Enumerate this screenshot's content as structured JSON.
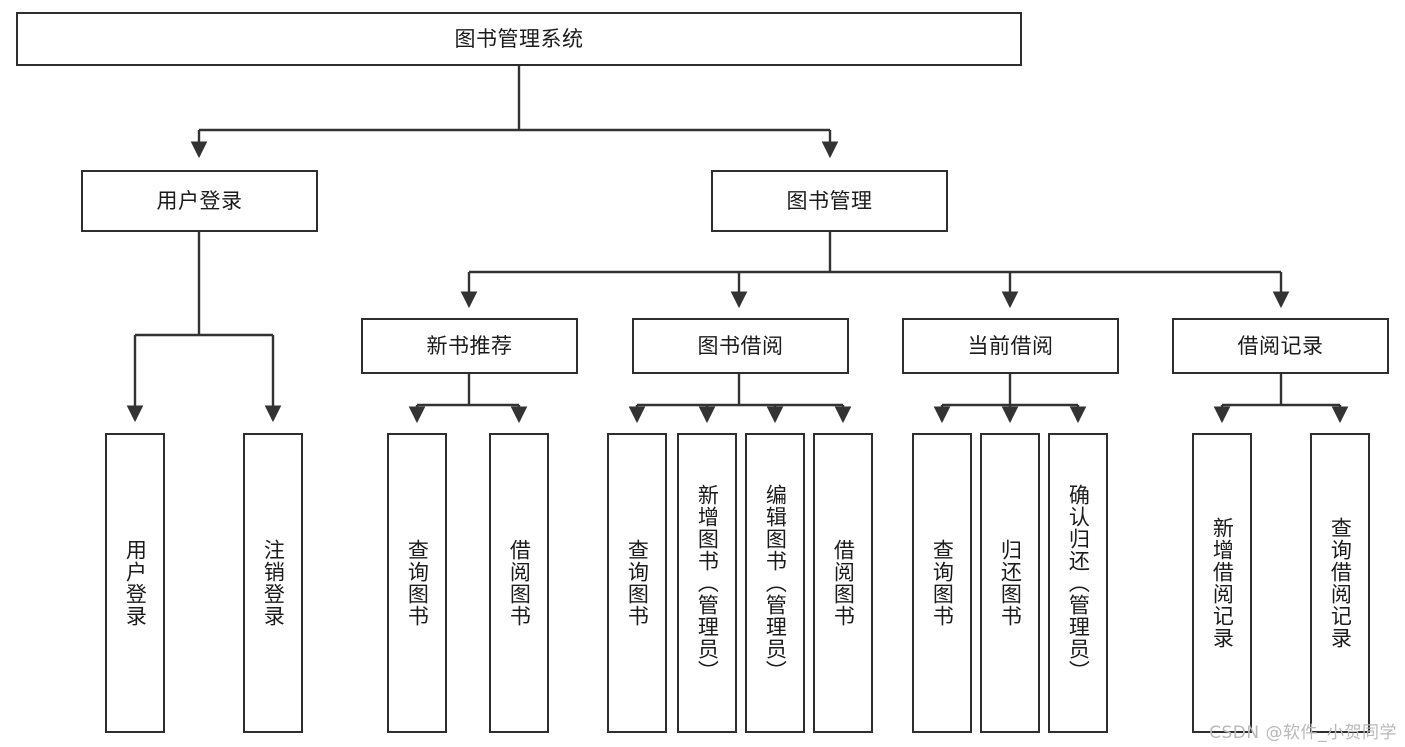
{
  "diagram": {
    "title": "图书管理系统",
    "type": "tree-hierarchy",
    "watermark": "CSDN @软件_小贺同学",
    "colors": {
      "box_border": "#2e2e2e",
      "box_fill": "#ffffff",
      "edge": "#333333",
      "text": "#1b1b1b",
      "watermark": "#b9b9b9",
      "background": "#ffffff"
    },
    "root": {
      "id": "root",
      "label": "图书管理系统",
      "orientation": "horizontal"
    },
    "level2": [
      {
        "id": "user-login",
        "label": "用户登录",
        "orientation": "horizontal"
      },
      {
        "id": "book-management",
        "label": "图书管理",
        "orientation": "horizontal"
      }
    ],
    "level3": [
      {
        "id": "new-book-recommend",
        "label": "新书推荐",
        "orientation": "horizontal",
        "parent": "book-management"
      },
      {
        "id": "book-borrow",
        "label": "图书借阅",
        "orientation": "horizontal",
        "parent": "book-management"
      },
      {
        "id": "current-borrow",
        "label": "当前借阅",
        "orientation": "horizontal",
        "parent": "book-management"
      },
      {
        "id": "borrow-record",
        "label": "借阅记录",
        "orientation": "horizontal",
        "parent": "book-management"
      }
    ],
    "leaves": [
      {
        "id": "leaf-user-login",
        "label": "用户登录",
        "parent": "user-login",
        "orientation": "vertical"
      },
      {
        "id": "leaf-user-logout",
        "label": "注销登录",
        "parent": "user-login",
        "orientation": "vertical"
      },
      {
        "id": "leaf-query-book-1",
        "label": "查询图书",
        "parent": "new-book-recommend",
        "orientation": "vertical"
      },
      {
        "id": "leaf-borrow-book-1",
        "label": "借阅图书",
        "parent": "new-book-recommend",
        "orientation": "vertical"
      },
      {
        "id": "leaf-query-book-2",
        "label": "查询图书",
        "parent": "book-borrow",
        "orientation": "vertical"
      },
      {
        "id": "leaf-add-book",
        "label": "新增图书（管理员）",
        "parent": "book-borrow",
        "orientation": "vertical"
      },
      {
        "id": "leaf-edit-book",
        "label": "编辑图书（管理员）",
        "parent": "book-borrow",
        "orientation": "vertical"
      },
      {
        "id": "leaf-borrow-book-2",
        "label": "借阅图书",
        "parent": "book-borrow",
        "orientation": "vertical"
      },
      {
        "id": "leaf-query-book-3",
        "label": "查询图书",
        "parent": "current-borrow",
        "orientation": "vertical"
      },
      {
        "id": "leaf-return-book",
        "label": "归还图书",
        "parent": "current-borrow",
        "orientation": "vertical"
      },
      {
        "id": "leaf-confirm-return",
        "label": "确认归还（管理员）",
        "parent": "current-borrow",
        "orientation": "vertical"
      },
      {
        "id": "leaf-add-record",
        "label": "新增借阅记录",
        "parent": "borrow-record",
        "orientation": "vertical"
      },
      {
        "id": "leaf-query-record",
        "label": "查询借阅记录",
        "parent": "borrow-record",
        "orientation": "vertical"
      }
    ]
  }
}
